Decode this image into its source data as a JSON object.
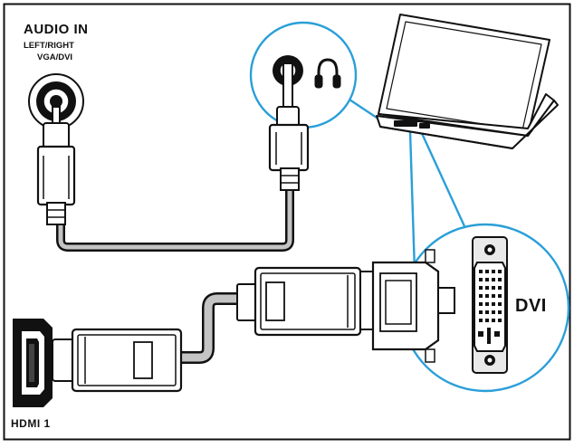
{
  "labels": {
    "audio_in": "AUDIO IN",
    "left_right": "LEFT/RIGHT",
    "vga_dvi": "VGA/DVI",
    "dvi": "DVI",
    "hdmi": "HDMI 1"
  },
  "icons": {
    "headphone": "headphone-icon"
  },
  "colors": {
    "line": "#111111",
    "callout": "#2a9fd8",
    "background": "#ffffff"
  }
}
